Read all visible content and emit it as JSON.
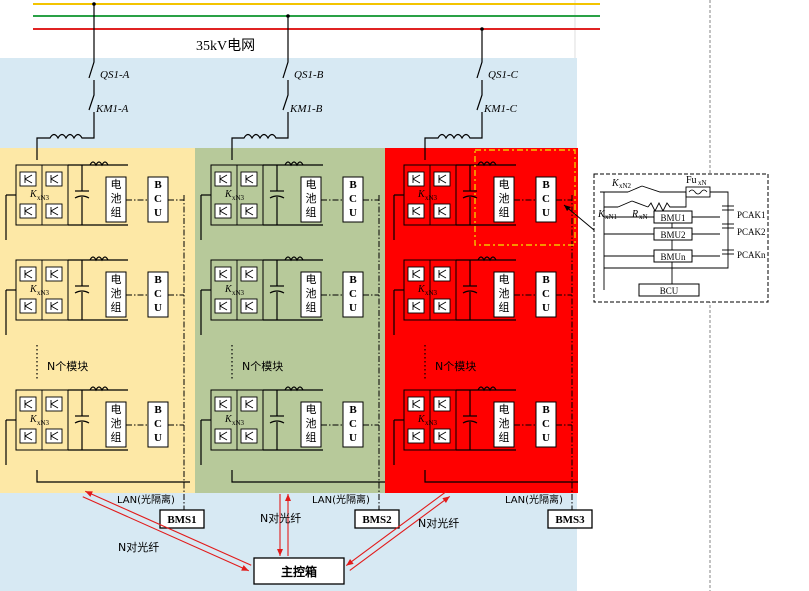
{
  "colors": {
    "grid_yellow": "#f3c400",
    "grid_green": "#2aa146",
    "grid_red": "#e02323",
    "background_blue": "#d7e9f3",
    "cluster_a": "#fde8a6",
    "cluster_b": "#b7c99a",
    "cluster_c": "#ff0000",
    "fiber_arrow": "#e21b1b"
  },
  "grid": {
    "label": "35kV电网"
  },
  "phases": [
    {
      "qs": "QS1-A",
      "km": "KM1-A",
      "bms": "BMS1"
    },
    {
      "qs": "QS1-B",
      "km": "KM1-B",
      "bms": "BMS2"
    },
    {
      "qs": "QS1-C",
      "km": "KM1-C",
      "bms": "BMS3"
    }
  ],
  "module": {
    "switch_label": "K",
    "switch_sub": "xN3",
    "battery_label": [
      "电",
      "池",
      "组"
    ],
    "bcu_label": [
      "B",
      "C",
      "U"
    ]
  },
  "n_modules_label": "N个模块",
  "lan_label": "LAN(光隔离)",
  "fiber_label": "N对光纤",
  "main_box_label": "主控箱",
  "detail": {
    "k_n2": "K",
    "k_n2_sub": "xN2",
    "k_n1": "K",
    "k_n1_sub": "xN1",
    "r_n": "R",
    "r_n_sub": "xN",
    "fu": "Fu",
    "fu_sub": "xN",
    "bmu": [
      "BMU1",
      "BMU2",
      "BMUn"
    ],
    "pcak": [
      "PCAK1",
      "PCAK2",
      "PCAKn"
    ],
    "bcu": "BCU"
  }
}
